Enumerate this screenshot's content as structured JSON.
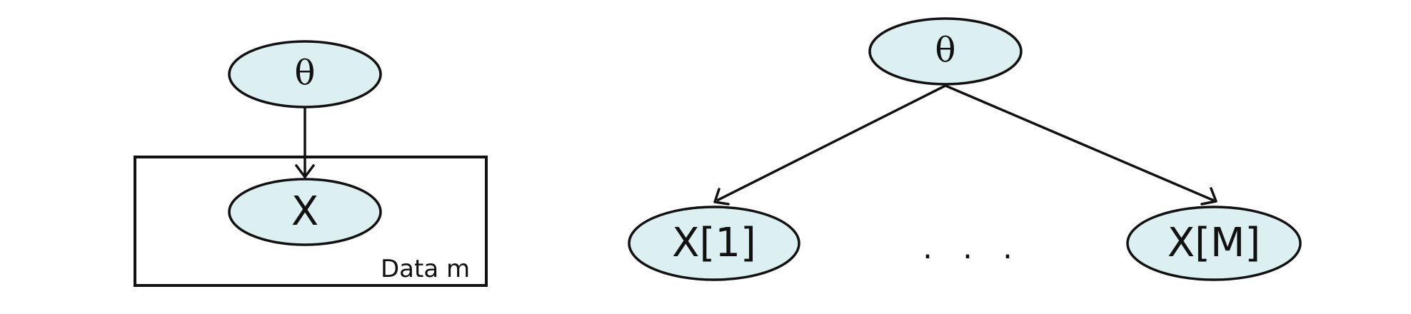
{
  "plate_model": {
    "parent_node": {
      "label": "θ"
    },
    "child_node": {
      "label": "X"
    },
    "plate_label": "Data m"
  },
  "unrolled_model": {
    "parent_node": {
      "label": "θ"
    },
    "first_child": {
      "label": "X[1]"
    },
    "last_child": {
      "label": "X[M]"
    },
    "ellipsis": ". . ."
  },
  "colors": {
    "node_fill": "#dcf0f2",
    "stroke": "#111111",
    "background": "#ffffff"
  }
}
